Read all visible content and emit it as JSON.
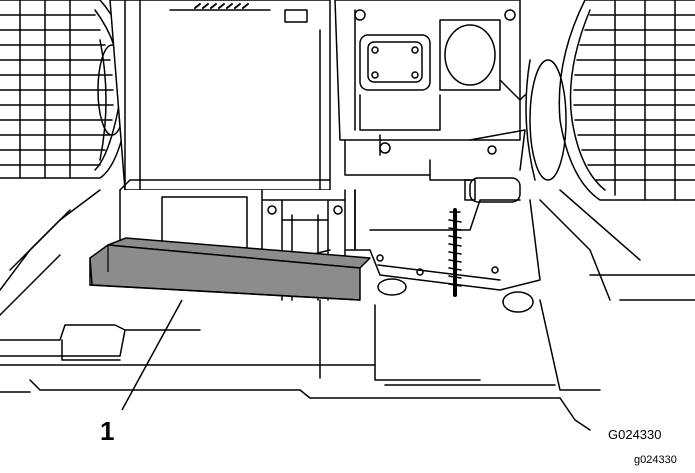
{
  "figure": {
    "callout_number": "1",
    "code": "G024330",
    "id": "g024330",
    "highlight_color": "#8c8c8c",
    "line_color": "#000000"
  }
}
